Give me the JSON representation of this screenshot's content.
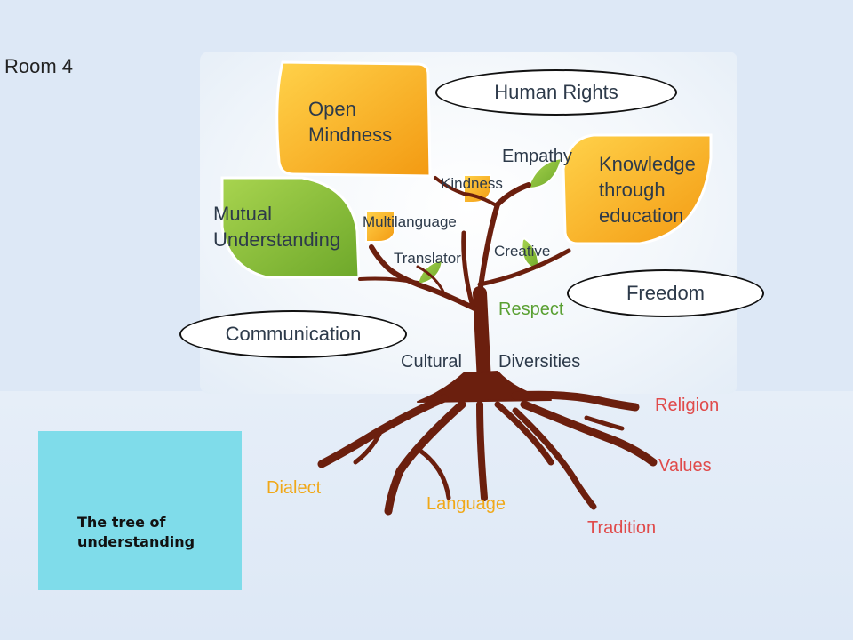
{
  "room_label": "Room 4",
  "colors": {
    "trunk": "#6b1f0e",
    "leaf_orange": "#f5b116",
    "leaf_green": "#86c03a",
    "root_label": "#e04b4b",
    "root_label_orange": "#f0a818",
    "card": "#7fdcea"
  },
  "leaves": {
    "open_mindness": "Open\nMindness",
    "mutual_understanding": "Mutual\nUnderstanding",
    "knowledge": "Knowledge\nthrough\neducation"
  },
  "branches": {
    "kindness": "Kindness",
    "empathy": "Empathy",
    "multilanguage": "Multilanguage",
    "translator": "Translator",
    "creative": "Creative",
    "respect": "Respect"
  },
  "ovals": {
    "human_rights": "Human Rights",
    "freedom": "Freedom",
    "communication": "Communication"
  },
  "trunk_labels": {
    "cultural": "Cultural",
    "diversities": "Diversities"
  },
  "roots": {
    "religion": "Religion",
    "values": "Values",
    "tradition": "Tradition",
    "dialect": "Dialect",
    "language": "Language"
  },
  "card": {
    "title": "The tree of\nunderstanding"
  }
}
